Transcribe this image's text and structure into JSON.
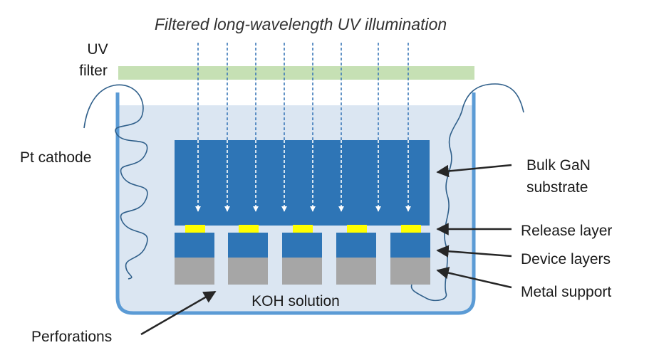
{
  "title": "Filtered long-wavelength UV illumination",
  "labels": {
    "uv_filter_line1": "UV",
    "uv_filter_line2": "filter",
    "pt_cathode": "Pt cathode",
    "bulk_gan_line1": "Bulk GaN",
    "bulk_gan_line2": "substrate",
    "release_layer": "Release layer",
    "device_layers": "Device layers",
    "metal_support": "Metal support",
    "koh_solution": "KOH solution",
    "perforations": "Perforations"
  },
  "colors": {
    "uv_filter": "#c6e0b4",
    "solution": "#dbe6f2",
    "beaker_wall": "#5b9bd5",
    "gan_substrate": "#2e75b6",
    "release_layer": "#ffff00",
    "device_layer": "#2e75b6",
    "metal_support": "#a6a6a6",
    "wire": "#2f5f8a",
    "arrow": "#262626"
  },
  "icons": {
    "uv_rays": "dashed-down-arrow",
    "pt_wire": "coiled-wire"
  },
  "structure": {
    "uv_ray_count": 8,
    "device_pillar_count": 5,
    "release_pad_count": 5
  }
}
